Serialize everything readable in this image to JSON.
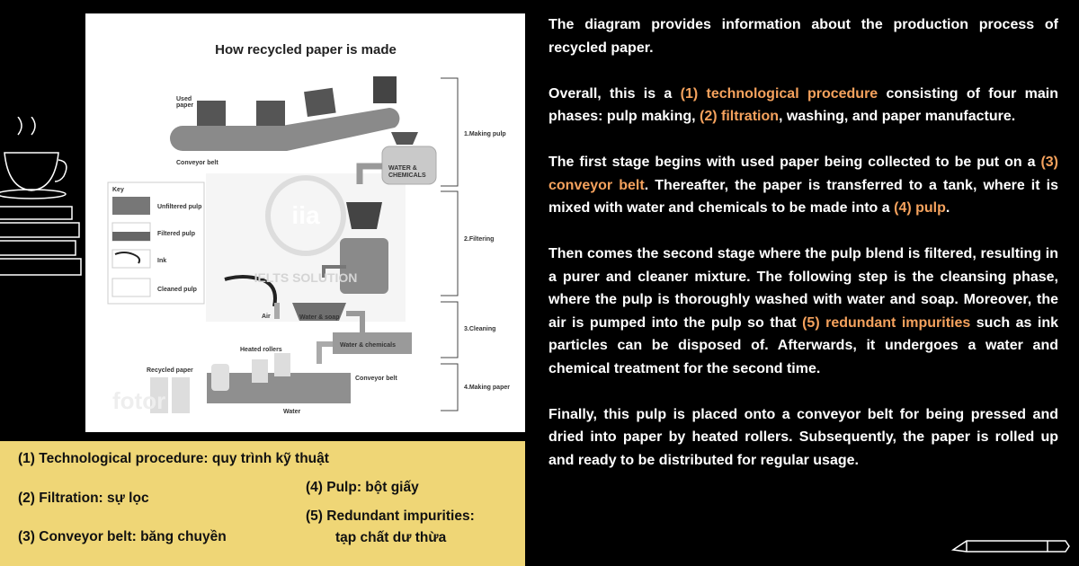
{
  "diagram": {
    "title": "How recycled paper is made",
    "labels": {
      "used_paper_1": "Used",
      "used_paper_2": "paper",
      "conveyor_belt_top": "Conveyor belt",
      "water_chem_1": "WATER &",
      "water_chem_2": "CHEMICALS",
      "key": "Key",
      "unfiltered": "Unfiltered pulp",
      "filtered": "Filtered pulp",
      "ink": "Ink",
      "cleaned": "Cleaned pulp",
      "air": "Air",
      "water_soap": "Water & soap",
      "water_chemicals": "Water & chemicals",
      "heated_rollers": "Heated rollers",
      "recycled_paper": "Recycled paper",
      "conveyor_belt_bottom": "Conveyor belt",
      "water": "Water"
    },
    "stages": [
      "1.Making pulp",
      "2.Filtering",
      "3.Cleaning",
      "4.Making paper"
    ],
    "watermark": "IELTS SOLUTION",
    "watermark2": "fotor"
  },
  "glossary": [
    "(1) Technological procedure: quy trình kỹ thuật",
    "(2) Filtration: sự lọc",
    "(3) Conveyor belt: băng chuyền",
    "(4) Pulp: bột giấy",
    "(5) Redundant impurities:",
    "tạp chất dư thừa"
  ],
  "essay": [
    [
      {
        "t": "The diagram provides information about the production process of recycled paper."
      }
    ],
    [
      {
        "t": "Overall, this is a "
      },
      {
        "t": "(1) technological procedure",
        "hl": true
      },
      {
        "t": " consisting of four main phases: pulp making, "
      },
      {
        "t": "(2) filtration",
        "hl": true
      },
      {
        "t": ", washing, and paper manufacture."
      }
    ],
    [
      {
        "t": "The first stage begins with used paper being collected to be put on a "
      },
      {
        "t": "(3) conveyor belt",
        "hl": true
      },
      {
        "t": ". Thereafter, the paper is transferred to a tank, where it is mixed with water and chemicals to be made into a "
      },
      {
        "t": "(4) pulp",
        "hl": true
      },
      {
        "t": "."
      }
    ],
    [
      {
        "t": "Then comes the second stage where the pulp blend is filtered, resulting in a purer and cleaner mixture. The following step is the cleansing phase, where the pulp is thoroughly washed with water and soap. Moreover, the air is pumped into the pulp so that "
      },
      {
        "t": "(5) redundant impurities",
        "hl": true
      },
      {
        "t": " such as ink particles can be disposed of. Afterwards, it undergoes a water and chemical treatment for the second time."
      }
    ],
    [
      {
        "t": "Finally, this pulp is placed onto a conveyor belt for being pressed and dried into paper by heated rollers. Subsequently, the paper is rolled up and ready to be distributed for regular usage."
      }
    ]
  ],
  "colors": {
    "highlight": "#f5a25d",
    "glossary_bg": "#efd676"
  }
}
